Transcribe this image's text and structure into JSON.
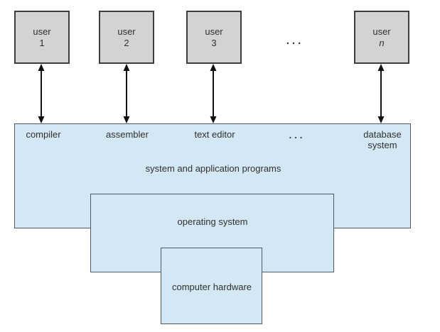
{
  "colors": {
    "background": "#ffffff",
    "user_box_fill": "#d3d3d3",
    "user_box_border": "#3d3d3d",
    "layer_fill": "#d4e7f4",
    "layer_border": "#4d5a63",
    "arrow": "#111111",
    "text": "#2f2f2f"
  },
  "users": [
    {
      "line1": "user",
      "line2": "1"
    },
    {
      "line1": "user",
      "line2": "2"
    },
    {
      "line1": "user",
      "line2": "3"
    },
    {
      "line1": "user",
      "line2": "n"
    }
  ],
  "users_ellipsis": "...",
  "programs_layer": {
    "programs": [
      "compiler",
      "assembler",
      "text editor"
    ],
    "programs_ellipsis": "...",
    "database_line1": "database",
    "database_line2": "system",
    "caption": "system and application programs"
  },
  "os_layer": {
    "caption": "operating system"
  },
  "hardware_layer": {
    "caption": "computer hardware"
  }
}
